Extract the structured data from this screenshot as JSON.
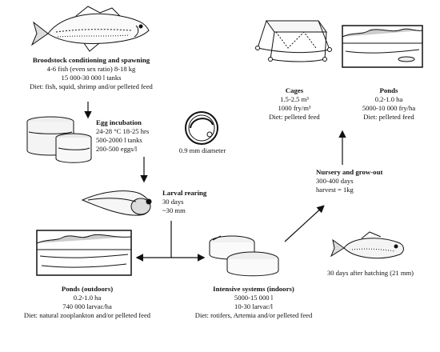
{
  "broodstock": {
    "title": "Broodstock conditioning and spawning",
    "line1": "4-6 fish (even sex ratio) 8-18 kg",
    "line2": "15 000-30 000 l tanks",
    "line3": "Diet: fish, squid, shrimp and/or pelleted feed"
  },
  "egg": {
    "title": "Egg incubation",
    "line1": "24-28 °C 18-25 hrs",
    "line2": "500-2000 l tanks",
    "line3": "200-500 eggs/l",
    "diameter": "0.9 mm diameter"
  },
  "larval": {
    "title": "Larval rearing",
    "line1": "30 days",
    "line2": "~30 mm"
  },
  "ponds_outdoor": {
    "title": "Ponds (outdoors)",
    "line1": "0.2-1.0 ha",
    "line2": "740 000 larvac/ha",
    "line3": "Diet:  natural zooplankton and/or pelleted feed"
  },
  "intensive": {
    "title": "Intensive systems (indoors)",
    "line1": "5000-15 000 l",
    "line2": "10-30 larvac/l",
    "line3": "Diet:  rotifers, Artemia and/or pelleted feed"
  },
  "fry": {
    "caption": "30 days after hatching (21 mm)"
  },
  "nursery": {
    "title": "Nursery and grow-out",
    "line1": "300-400 days",
    "line2": "harvest = 1kg"
  },
  "cages": {
    "title": "Cages",
    "line1": "1.5-2.5 m³",
    "line2": "1000 fry/m³",
    "line3": "Diet:  pelleted feed"
  },
  "ponds_growout": {
    "title": "Ponds",
    "line1": "0.2-1.0 ha",
    "line2": "5000-10 000 fry/ha",
    "line3": "Diet:  pelleted feed"
  }
}
